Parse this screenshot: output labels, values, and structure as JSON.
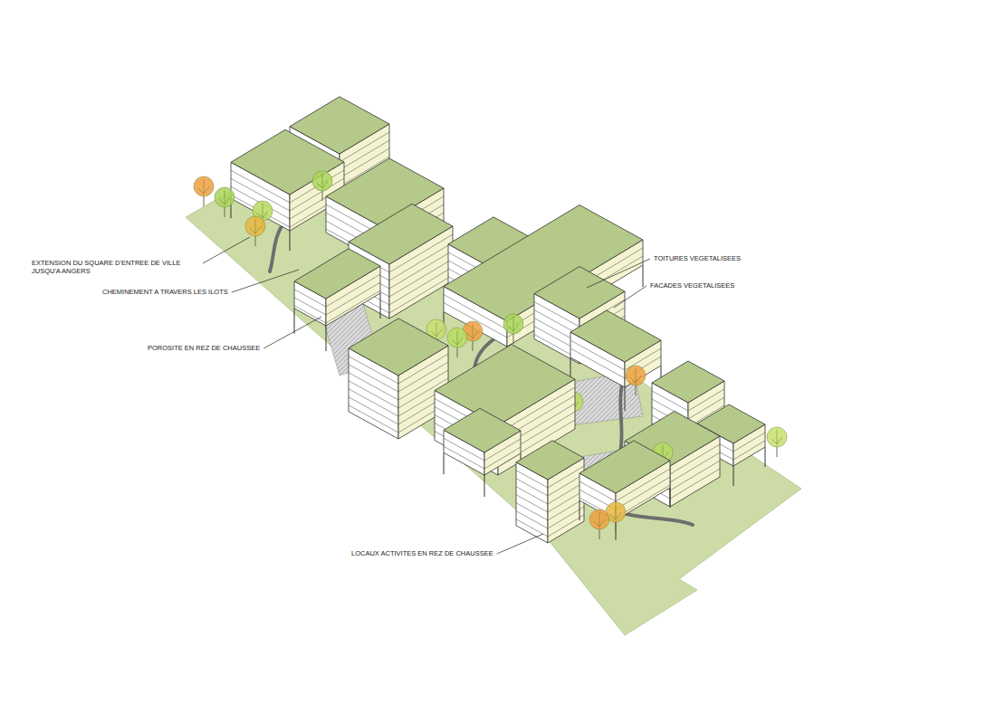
{
  "diagram": {
    "labels": [
      "EXTENSION DU SQUARE D'ENTREE DE VILLE JUSQU'A ANGERS",
      "CHEMINEMENT A TRAVERS LES ILOTS",
      "POROSITE EN REZ DE CHAUSSEE",
      "TOITURES VEGETALISEES",
      "FACADES VEGETALISEES",
      "LOCAUX ACTIVITES EN REZ DE CHAUSSEE"
    ]
  }
}
